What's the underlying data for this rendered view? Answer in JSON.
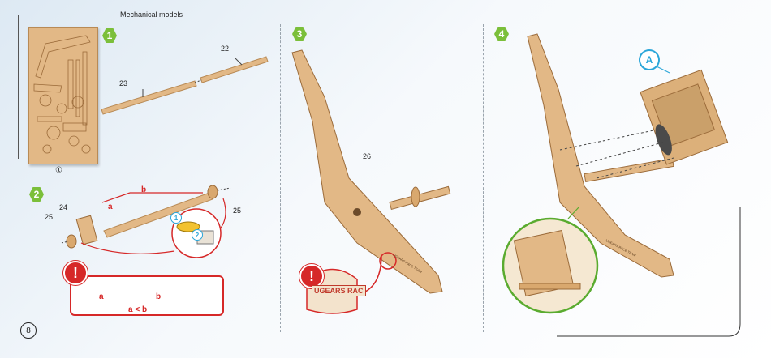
{
  "header": {
    "title": "Mechanical models"
  },
  "sheet_label": "①",
  "page_number": "8",
  "steps": [
    {
      "number": "1"
    },
    {
      "number": "2"
    },
    {
      "number": "3"
    },
    {
      "number": "4"
    }
  ],
  "parts": {
    "p22": "22",
    "p23": "23",
    "p24": "24",
    "p25a": "25",
    "p25b": "25",
    "p26": "26"
  },
  "step2": {
    "dim_a": "a",
    "dim_b": "b",
    "sub1": "1",
    "sub2": "2"
  },
  "warning": {
    "symbol": "!",
    "dim_a": "a",
    "dim_b": "b",
    "relation": "a < b"
  },
  "step3": {
    "warning_symbol": "!",
    "engraving": "UGEARS RAC",
    "engraving_small": "UGEARS RACE TEAM"
  },
  "step4": {
    "callout": "A",
    "engraving_small": "UGEARS RACE TEAM"
  },
  "colors": {
    "wood": "#e2b886",
    "wood_dark": "#b88a55",
    "step_green": "#7bbf3a",
    "warning_red": "#d62828",
    "callout_blue": "#2aa6d9",
    "zoom_green": "#5aab2f"
  }
}
